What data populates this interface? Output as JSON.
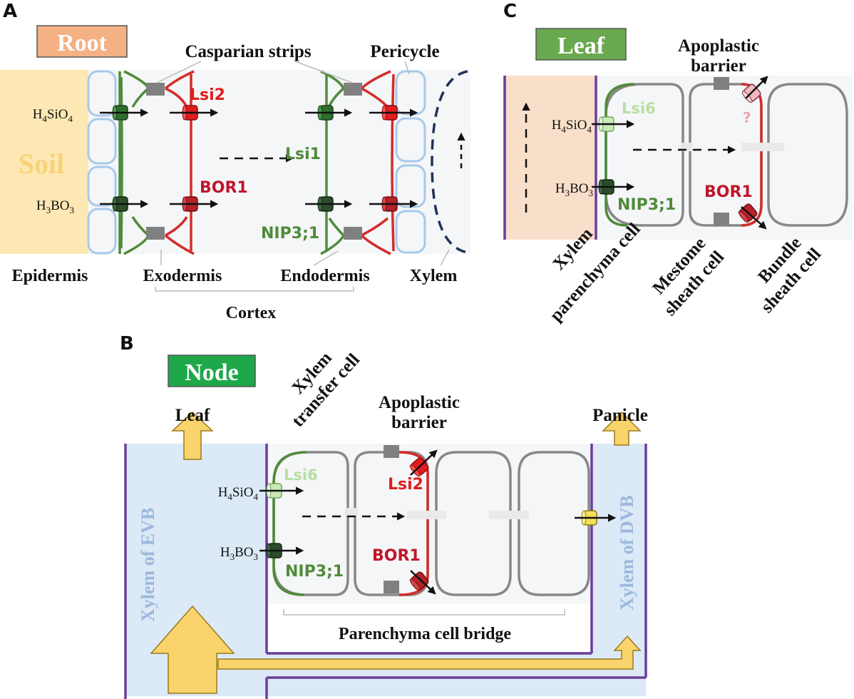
{
  "panel_a": {
    "letter": "A",
    "title": "Root",
    "soil": "Soil",
    "casparian": "Casparian strips",
    "pericycle": "Pericycle",
    "silicic_prefix": "H",
    "silicic_sub1": "4",
    "silicic_mid": "SiO",
    "silicic_sub2": "4",
    "boric_prefix": "H",
    "boric_sub1": "3",
    "boric_mid": "BO",
    "boric_sub2": "3",
    "lsi2": "Lsi2",
    "lsi1": "Lsi1",
    "bor1": "BOR1",
    "nip": "NIP3;1",
    "epidermis": "Epidermis",
    "exodermis": "Exodermis",
    "endodermis": "Endodermis",
    "xylem": "Xylem",
    "cortex": "Cortex"
  },
  "panel_b": {
    "letter": "B",
    "title": "Node",
    "leaf": "Leaf",
    "panicle": "Panicle",
    "xtc_line1": "Xylem",
    "xtc_line2": "transfer cell",
    "apo_line1": "Apoplastic",
    "apo_line2": "barrier",
    "lsi6": "Lsi6",
    "lsi2": "Lsi2",
    "bor1": "BOR1",
    "nip": "NIP3;1",
    "evb": "Xylem of EVB",
    "dvb": "Xylem of DVB",
    "bridge": "Parenchyma cell bridge"
  },
  "panel_c": {
    "letter": "C",
    "title": "Leaf",
    "apo_line1": "Apoplastic",
    "apo_line2": "barrier",
    "lsi6": "Lsi6",
    "bor1": "BOR1",
    "nip": "NIP3;1",
    "question": "?",
    "xp_line1": "Xylem",
    "xp_line2": "parenchyma cell",
    "ms_line1": "Mestome",
    "ms_line2": "sheath cell",
    "bs_line1": "Bundle",
    "bs_line2": "sheath cell"
  },
  "colors": {
    "green": "#4f8b3a",
    "red": "#d42b2b",
    "lightgreen": "#b7dfa2",
    "darkgreen": "#2d5a27",
    "grey": "#7a7a7a",
    "purple": "#6a3d9a",
    "lightblue": "#aac8ea",
    "yellow": "#f9d36b",
    "root_title": "#f4b183",
    "node_title": "#1ea84a",
    "leaf_title": "#6aa84f",
    "soil_text": "#f8d27a",
    "xylem_blue": "#dce9f7",
    "evb_text": "#9cb8dc"
  }
}
